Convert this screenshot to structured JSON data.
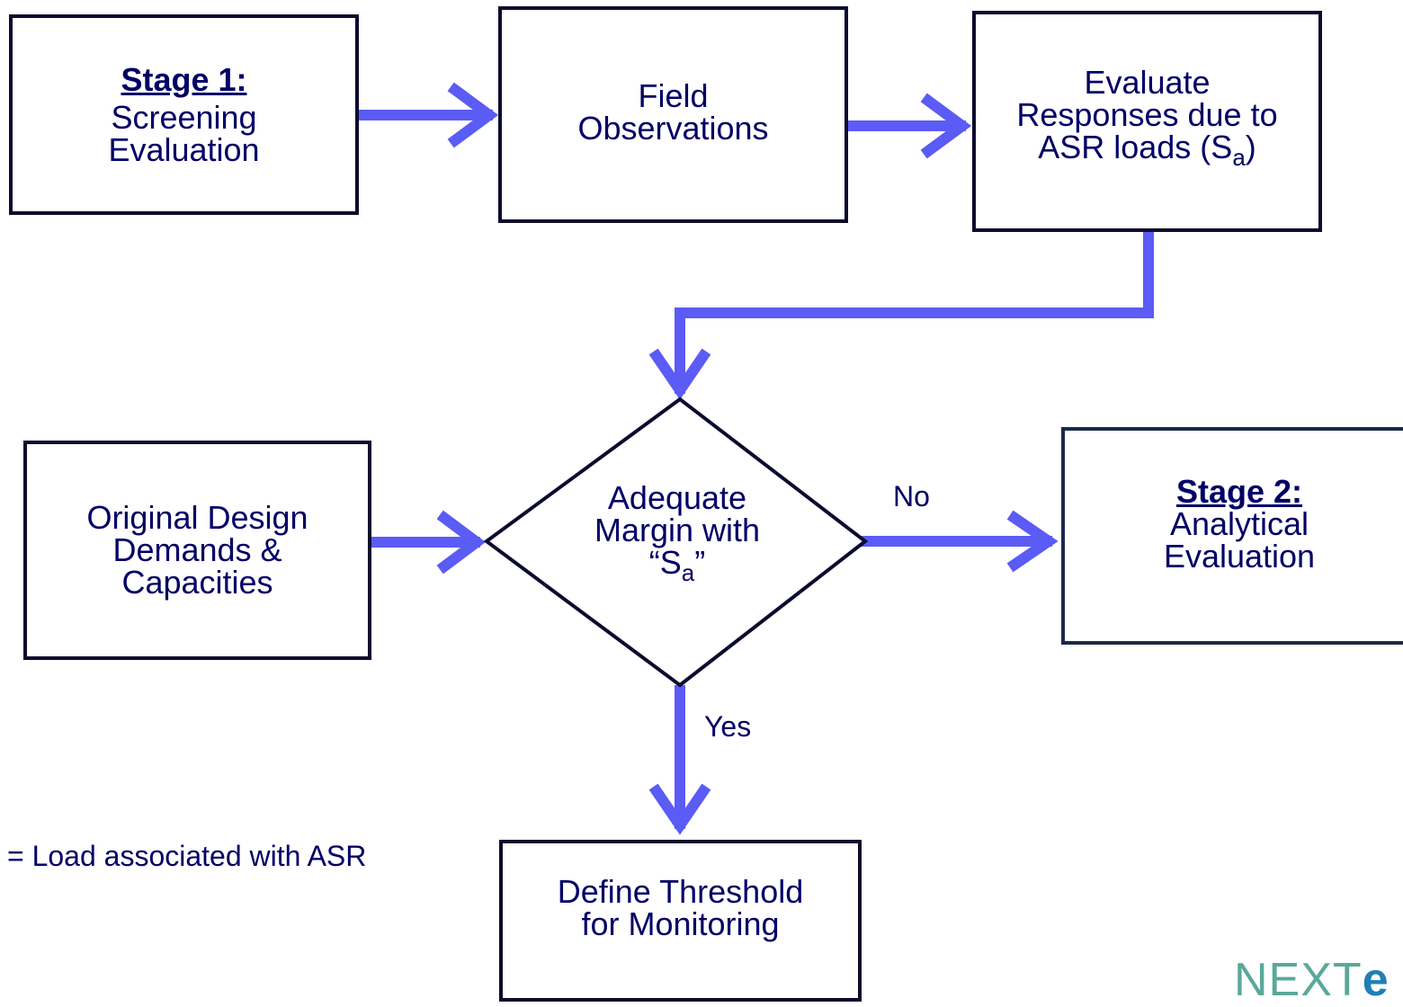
{
  "nodes": {
    "stage1": {
      "heading": "Stage 1:",
      "line1": "Screening",
      "line2": "Evaluation"
    },
    "field": {
      "line1": "Field",
      "line2": "Observations"
    },
    "evaluate": {
      "line1": "Evaluate",
      "line2": "Responses due to",
      "line3_pre": "ASR loads (S",
      "line3_sub": "a",
      "line3_post": ")"
    },
    "decision": {
      "line1": "Adequate",
      "line2": "Margin with",
      "line3_pre": "“S",
      "line3_sub": "a",
      "line3_post": "”"
    },
    "original": {
      "line1": "Original Design",
      "line2": "Demands &",
      "line3": "Capacities"
    },
    "stage2": {
      "heading": "Stage 2:",
      "line1": "Analytical",
      "line2": "Evaluation"
    },
    "threshold": {
      "line1": "Define Threshold",
      "line2": "for Monitoring"
    }
  },
  "edge_labels": {
    "no": "No",
    "yes": "Yes"
  },
  "legend": "= Load associated with ASR",
  "logo": {
    "prefix": "NEXT",
    "suffix": "e"
  },
  "colors": {
    "arrow": "#5b5bf5",
    "text": "#000066",
    "border": "#0b0b2e"
  }
}
